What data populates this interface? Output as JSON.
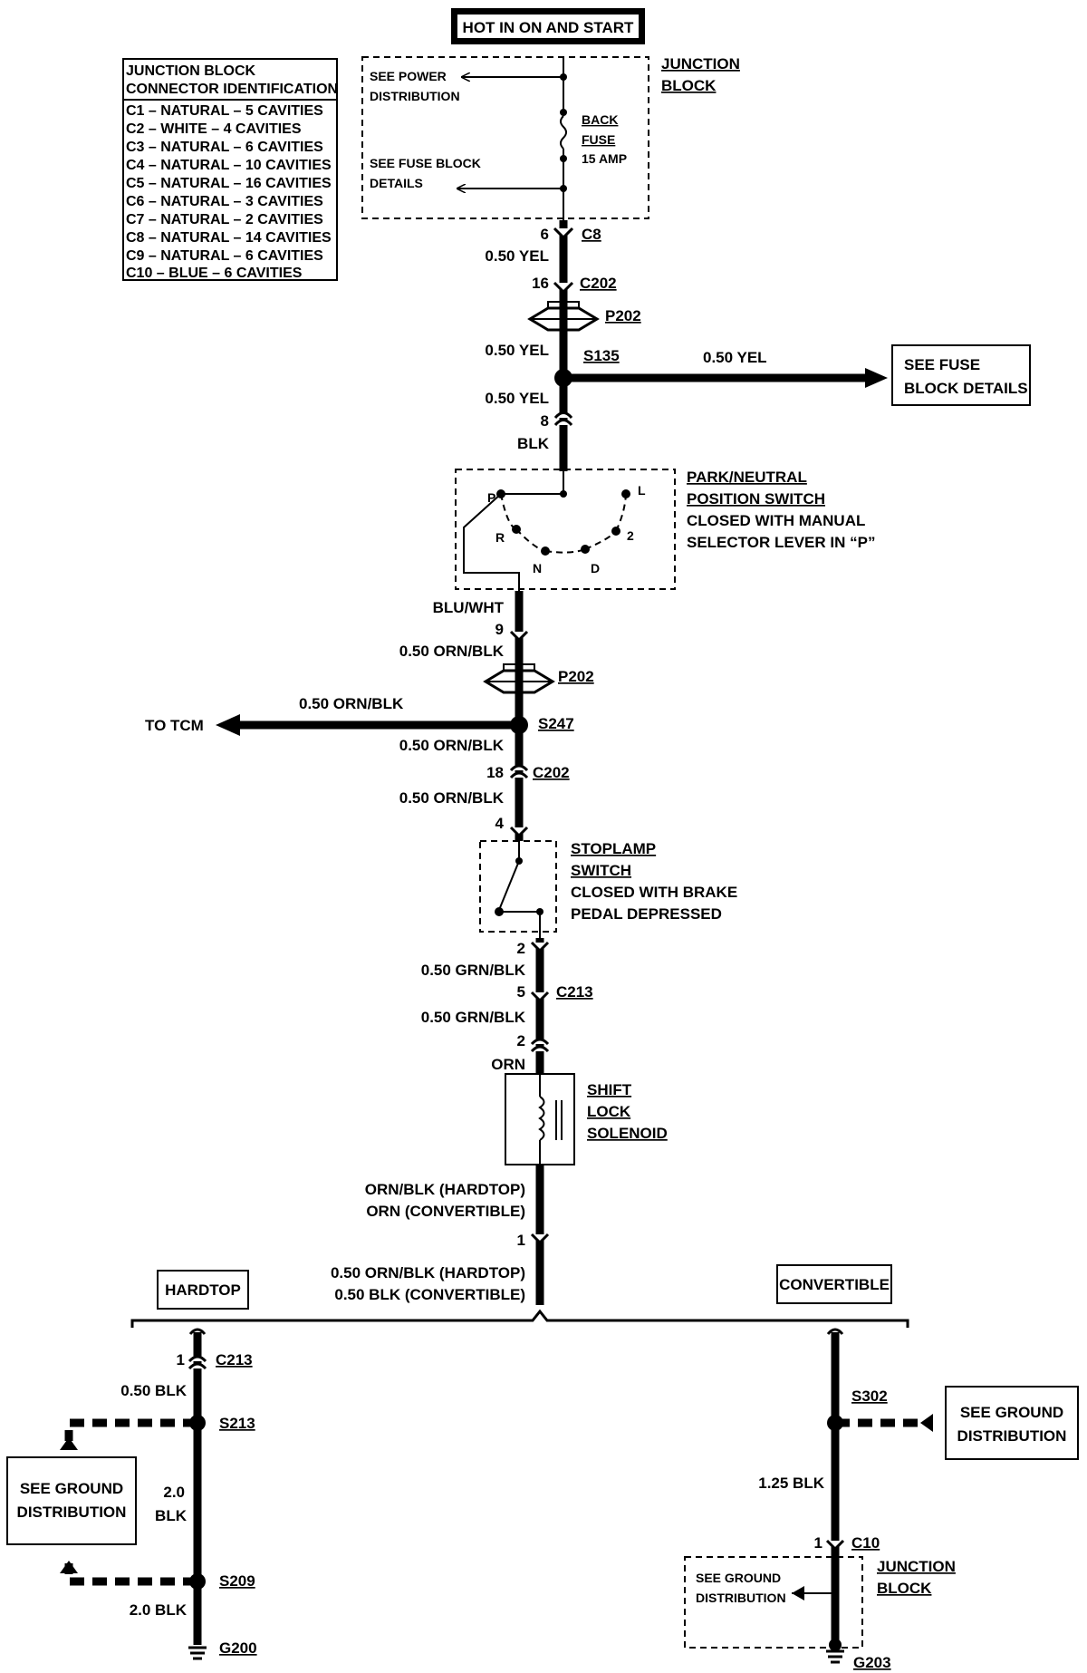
{
  "title": "HOT IN ON AND START",
  "legend": {
    "heading1": "JUNCTION BLOCK",
    "heading2": "CONNECTOR IDENTIFICATION",
    "rows": [
      "C1 – NATURAL – 5 CAVITIES",
      "C2 – WHITE – 4 CAVITIES",
      "C3 – NATURAL – 6 CAVITIES",
      "C4 – NATURAL – 10 CAVITIES",
      "C5 – NATURAL – 16 CAVITIES",
      "C6 – NATURAL – 3 CAVITIES",
      "C7 – NATURAL – 2 CAVITIES",
      "C8 – NATURAL – 14 CAVITIES",
      "C9 – NATURAL – 6 CAVITIES",
      "C10 – BLUE – 6 CAVITIES"
    ]
  },
  "junction_block_top": {
    "label1": "JUNCTION",
    "label2": "BLOCK",
    "see_power1": "SEE POWER",
    "see_power2": "DISTRIBUTION",
    "fuse1": "BACK",
    "fuse2": "FUSE",
    "fuse3": "15 AMP",
    "see_fuse1": "SEE FUSE BLOCK",
    "see_fuse2": "DETAILS"
  },
  "main_circuit": {
    "c8_pin": "6",
    "c8": "C8",
    "wire1": "0.50 YEL",
    "c202_pin_a": "16",
    "c202_a": "C202",
    "p202_a": "P202",
    "wire2": "0.50 YEL",
    "s135": "S135",
    "wire_branch": "0.50 YEL",
    "see_fuse_box1": "SEE FUSE",
    "see_fuse_box2": "BLOCK DETAILS",
    "wire3": "0.50 YEL",
    "pin8": "8",
    "blk": "BLK",
    "pns1": "PARK/NEUTRAL",
    "pns2": "POSITION SWITCH",
    "pns3": "CLOSED WITH MANUAL",
    "pns4": "SELECTOR LEVER IN “P”",
    "pos_p": "P",
    "pos_r": "R",
    "pos_n": "N",
    "pos_d": "D",
    "pos_2": "2",
    "pos_l": "L",
    "blu_wht": "BLU/WHT",
    "pin9": "9",
    "wire4": "0.50 ORN/BLK",
    "p202_b": "P202",
    "to_tcm": "TO TCM",
    "wire_tcm": "0.50 ORN/BLK",
    "s247": "S247",
    "wire5": "0.50 ORN/BLK",
    "pin18": "18",
    "c202_b": "C202",
    "wire6": "0.50 ORN/BLK",
    "pin4": "4",
    "sls1": "STOPLAMP",
    "sls2": "SWITCH",
    "sls3": "CLOSED WITH BRAKE",
    "sls4": "PEDAL DEPRESSED",
    "pin2a": "2",
    "wire7": "0.50 GRN/BLK",
    "pin5": "5",
    "c213_a": "C213",
    "wire8": "0.50 GRN/BLK",
    "pin2b": "2",
    "orn": "ORN",
    "sol1": "SHIFT",
    "sol2": "LOCK",
    "sol3": "SOLENOID",
    "wire9a": "ORN/BLK (HARDTOP)",
    "wire9b": "ORN (CONVERTIBLE)",
    "pin1": "1",
    "wire10a": "0.50 ORN/BLK (HARDTOP)",
    "wire10b": "0.50 BLK (CONVERTIBLE)"
  },
  "hardtop": {
    "label": "HARDTOP",
    "pin1": "1",
    "c213": "C213",
    "wire1": "0.50 BLK",
    "s213": "S213",
    "see_ground1": "SEE GROUND",
    "see_ground2": "DISTRIBUTION",
    "wire2a": "2.0",
    "wire2b": "BLK",
    "s209": "S209",
    "wire3": "2.0 BLK",
    "g200": "G200"
  },
  "convertible": {
    "label": "CONVERTIBLE",
    "s302": "S302",
    "see_ground1": "SEE GROUND",
    "see_ground2": "DISTRIBUTION",
    "wire1": "1.25 BLK",
    "pin1": "1",
    "c10": "C10",
    "jb1": "JUNCTION",
    "jb2": "BLOCK",
    "inner1": "SEE GROUND",
    "inner2": "DISTRIBUTION",
    "g203": "G203"
  }
}
